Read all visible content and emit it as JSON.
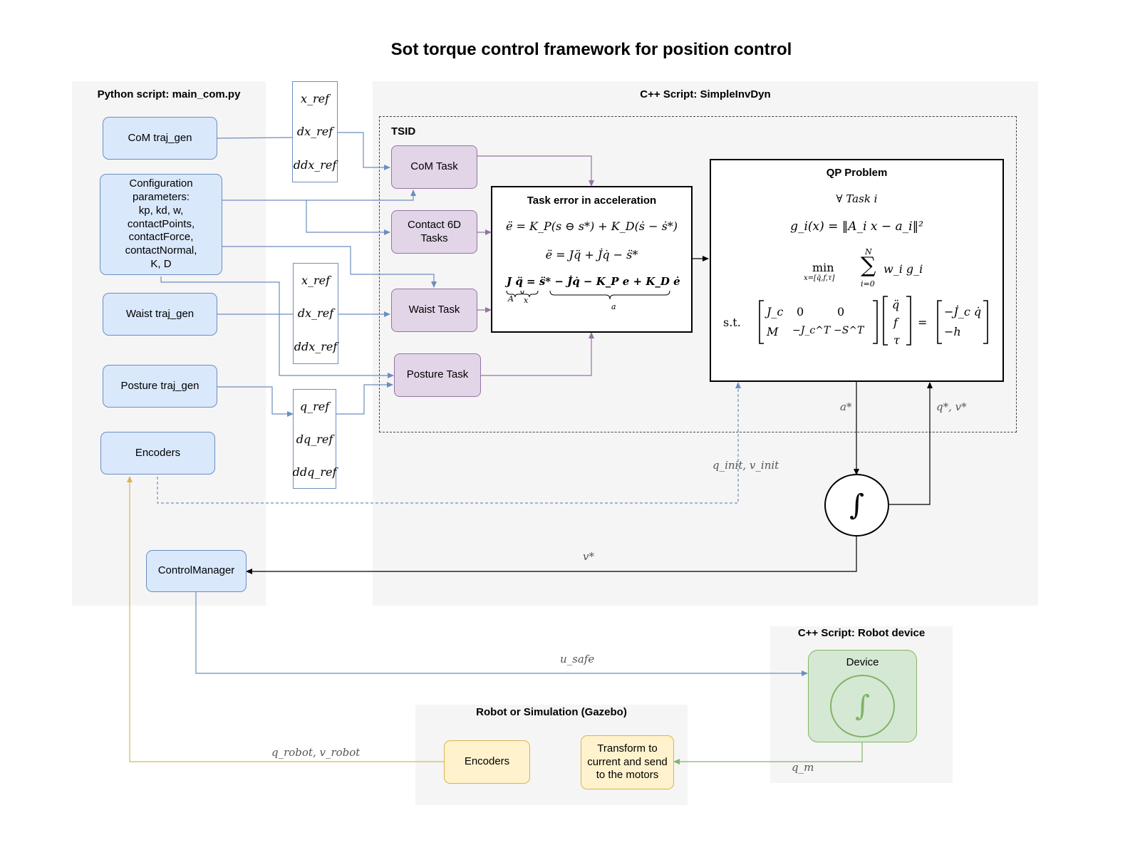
{
  "title": "Sot torque control framework for position control",
  "regions": {
    "python": "Python script: main_com.py",
    "cpp_inv": "C++ Script: SimpleInvDyn",
    "tsid": "TSID",
    "robot_device": "C++ Script: Robot device",
    "gazebo": "Robot or Simulation (Gazebo)"
  },
  "nodes": {
    "com_traj": "CoM traj_gen",
    "config": [
      "Configuration",
      "parameters:",
      "kp, kd, w,",
      "contactPoints,",
      "contactForce,",
      "contactNormal,",
      "K, D"
    ],
    "waist_traj": "Waist traj_gen",
    "posture_traj": "Posture traj_gen",
    "encoders_py": "Encoders",
    "control_manager": "ControlManager",
    "com_task": "CoM Task",
    "contact_task": [
      "Contact 6D",
      "Tasks"
    ],
    "waist_task": "Waist Task",
    "posture_task": "Posture Task",
    "device": "Device",
    "encoders_robot": "Encoders",
    "transform": [
      "Transform to",
      "current and send",
      "to the motors"
    ]
  },
  "ref_boxes": {
    "com": [
      "x_ref",
      "dx_ref",
      "ddx_ref"
    ],
    "waist": [
      "x_ref",
      "dx_ref",
      "ddx_ref"
    ],
    "posture": [
      "q_ref",
      "dq_ref",
      "ddq_ref"
    ]
  },
  "task_error": {
    "title": "Task error in acceleration",
    "eq1": "ë = K_P(s ⊖ s*) + K_D(ṡ − ṡ*)",
    "eq2": "ë = Jq̈ + J̇q̇ − s̈*",
    "eq3": "J q̈ = s̈* − J̇q̇ − K_P e + K_D ė",
    "under_A": "A",
    "under_x": "x",
    "under_a": "a"
  },
  "qp": {
    "title": "QP Problem",
    "forall": "∀ Task i",
    "cost": "g_i(x) = ‖A_i x − a_i‖²",
    "min": "min",
    "min_sub": "x=[q̈,f,τ]",
    "sum_top": "N",
    "sum_bottom": "i=0",
    "sum_term": "w_i g_i",
    "st": "s.t.",
    "matrix": [
      [
        "J_c",
        "0",
        "0"
      ],
      [
        "M",
        "−J_c^T",
        "−S^T"
      ]
    ],
    "vector": [
      "q̈",
      "f",
      "τ"
    ],
    "rhs": [
      "−J̇_c q̇",
      "−h"
    ]
  },
  "integrator": "∫",
  "signals": {
    "a_star": "a*",
    "q_v_star": "q*, v*",
    "q_v_init": "q_init, v_init",
    "v_star": "v*",
    "u_safe": "u_safe",
    "q_v_robot": "q_robot, v_robot",
    "q_m": "q_m"
  }
}
